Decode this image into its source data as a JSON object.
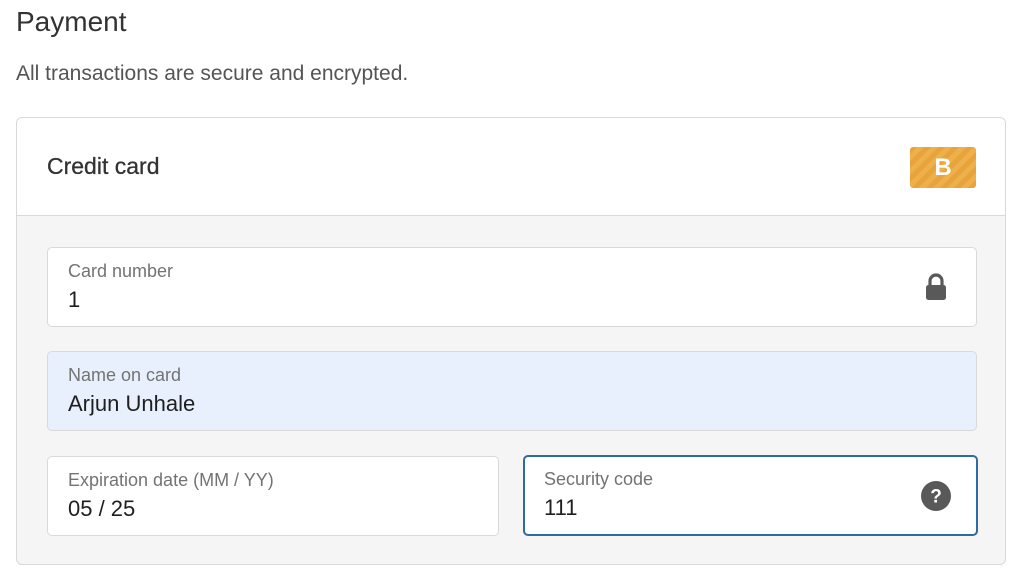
{
  "section": {
    "title": "Payment",
    "subtitle": "All transactions are secure and encrypted."
  },
  "payment_method": {
    "label": "Credit card",
    "brand_badge": "B",
    "brand_color": "#e8a43a"
  },
  "fields": {
    "card_number": {
      "label": "Card number",
      "value": "1",
      "icon": "lock-icon"
    },
    "name_on_card": {
      "label": "Name on card",
      "value": "Arjun Unhale"
    },
    "expiration": {
      "label": "Expiration date (MM / YY)",
      "value": "05 / 25"
    },
    "security_code": {
      "label": "Security code",
      "value": "111",
      "icon": "help-icon"
    }
  },
  "colors": {
    "focus_border": "#2f6ba0",
    "autofill_background": "#e8f0fe"
  }
}
